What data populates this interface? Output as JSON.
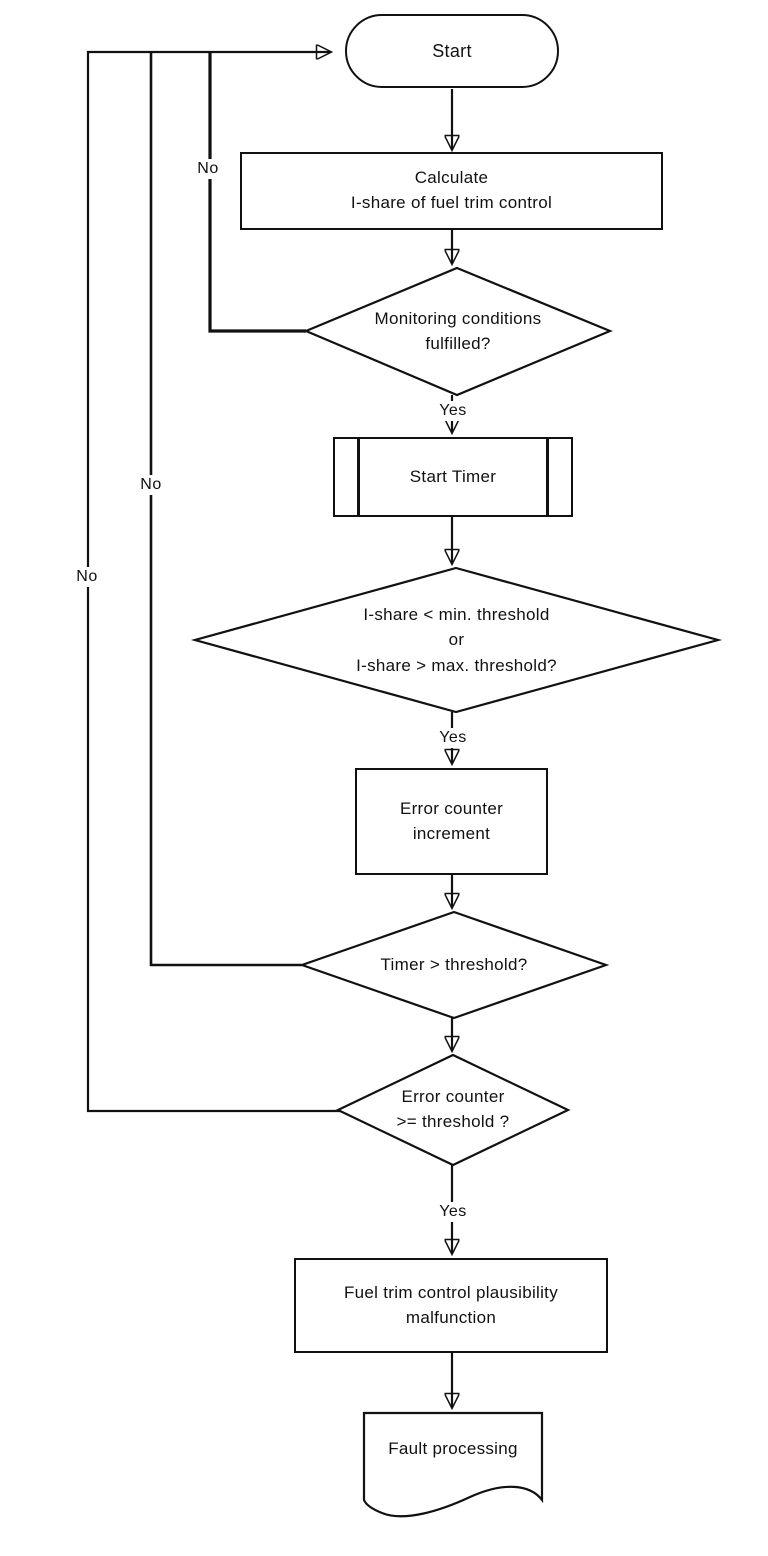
{
  "flowchart": {
    "nodes": {
      "start": {
        "label": "Start",
        "type": "terminator"
      },
      "calculate": {
        "type": "process",
        "lines": [
          "Calculate",
          "I-share of fuel trim control"
        ]
      },
      "monitoring_conditions": {
        "type": "decision",
        "lines": [
          "Monitoring conditions",
          "fulfilled?"
        ]
      },
      "start_timer": {
        "label": "Start Timer",
        "type": "predefined-process"
      },
      "ishare_threshold": {
        "type": "decision",
        "lines": [
          "I-share < min. threshold",
          "or",
          "I-share > max. threshold?"
        ]
      },
      "error_counter_increment": {
        "type": "process",
        "lines": [
          "Error counter",
          "increment"
        ]
      },
      "timer_threshold": {
        "label": "Timer > threshold?",
        "type": "decision"
      },
      "error_counter_threshold": {
        "type": "decision",
        "lines": [
          "Error counter",
          ">= threshold ?"
        ]
      },
      "malfunction": {
        "type": "process",
        "lines": [
          "Fuel trim control plausibility",
          "malfunction"
        ]
      },
      "fault_processing": {
        "label": "Fault processing",
        "type": "document"
      }
    },
    "edge_labels": {
      "monitoring_no": "No",
      "monitoring_yes": "Yes",
      "ishare_yes": "Yes",
      "timer_no": "No",
      "error_counter_no": "No",
      "error_counter_yes": "Yes"
    },
    "colors": {
      "line": "#111111",
      "text": "#111111",
      "background": "#ffffff"
    }
  }
}
